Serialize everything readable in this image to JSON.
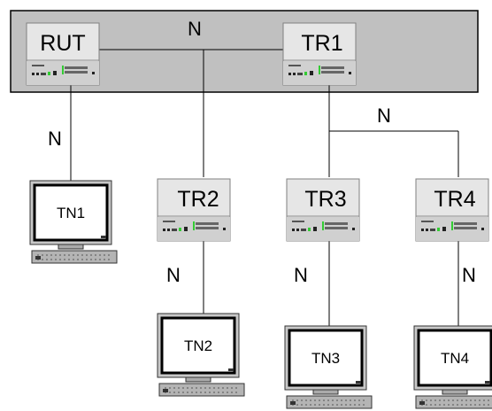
{
  "devices": {
    "rut": "RUT",
    "tr1": "TR1",
    "tr2": "TR2",
    "tr3": "TR3",
    "tr4": "TR4"
  },
  "terminals": {
    "tn1": "TN1",
    "tn2": "TN2",
    "tn3": "TN3",
    "tn4": "TN4"
  },
  "links": {
    "rut_tr1": "N",
    "rut_tn1": "N",
    "tr1_branch": "N",
    "tr2_tn2": "N",
    "tr3_tn3": "N",
    "tr4_tn4": "N"
  },
  "colors": {
    "box_fill": "#c0c0c0",
    "device_fill": "#e6e6e6",
    "port_green": "#33cc33",
    "stroke": "#000000"
  }
}
